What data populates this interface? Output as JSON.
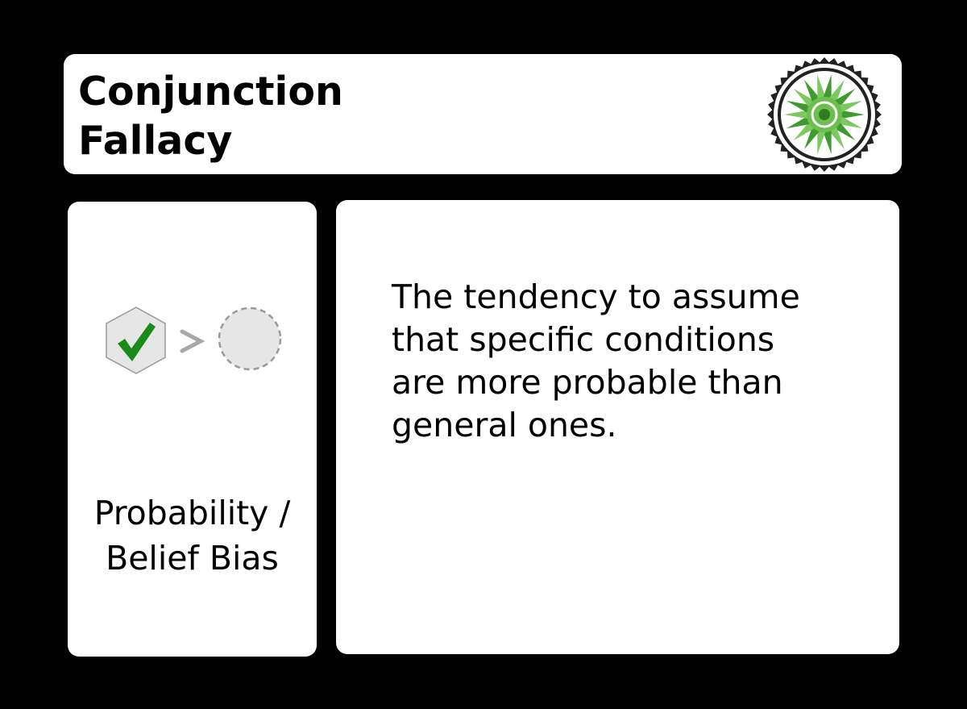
{
  "card": {
    "title_lines": [
      "Conjunction",
      "Fallacy"
    ],
    "badge_icon": "green-sunburst-gear-badge-icon",
    "icon": {
      "name": "check-hexagon-greater-than-empty-circle-icon",
      "check_color": "#1a8a1a",
      "shape_fill": "#e6e6e6",
      "shape_stroke": "#9a9a9a",
      "symbol": ">"
    },
    "category_lines": [
      "Probability /",
      "Belief Bias"
    ],
    "description_lines": [
      "The tendency to assume",
      "that specific conditions",
      "are more probable than",
      "general ones."
    ]
  },
  "colors": {
    "background": "#000000",
    "panel": "#ffffff",
    "badge_green": "#3f9a2f",
    "badge_dark": "#222222"
  }
}
